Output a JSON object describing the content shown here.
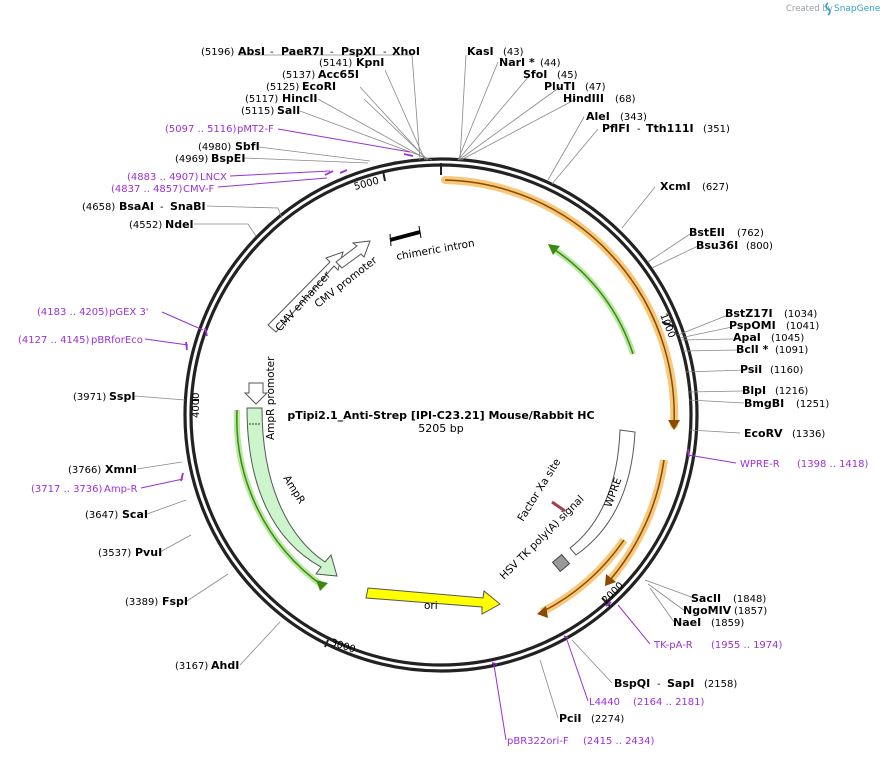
{
  "map": {
    "title": "pTipi2.1_Anti-Strep [IPI-C23.21] Mouse/Rabbit HC",
    "length_label": "5205 bp",
    "watermark": "Created by",
    "brand": "SnapGene"
  },
  "ticks": [
    {
      "label": "1000"
    },
    {
      "label": "2000"
    },
    {
      "label": "3000"
    },
    {
      "label": "4000"
    },
    {
      "label": "5000"
    }
  ],
  "sites": [
    {
      "pos": "(5196)",
      "name": "AbsI"
    },
    {
      "name": "PaeR7I"
    },
    {
      "name": "PspXI"
    },
    {
      "name": "XhoI"
    },
    {
      "pos": "(5141)",
      "name": "KpnI"
    },
    {
      "pos": "(5137)",
      "name": "Acc65I"
    },
    {
      "pos": "(5125)",
      "name": "EcoRI"
    },
    {
      "pos": "(5117)",
      "name": "HincII"
    },
    {
      "pos": "(5115)",
      "name": "SalI"
    },
    {
      "pos": "(4980)",
      "name": "SbfI"
    },
    {
      "pos": "(4969)",
      "name": "BspEI"
    },
    {
      "pos": "(4658)",
      "name": "BsaAI"
    },
    {
      "name": "SnaBI"
    },
    {
      "pos": "(4552)",
      "name": "NdeI"
    },
    {
      "pos": "(3971)",
      "name": "SspI"
    },
    {
      "pos": "(3766)",
      "name": "XmnI"
    },
    {
      "pos": "(3647)",
      "name": "ScaI"
    },
    {
      "pos": "(3537)",
      "name": "PvuI"
    },
    {
      "pos": "(3389)",
      "name": "FspI"
    },
    {
      "pos": "(3167)",
      "name": "AhdI"
    },
    {
      "name": "KasI",
      "pos": "(43)"
    },
    {
      "name": "NarI *",
      "pos": "(44)"
    },
    {
      "name": "SfoI",
      "pos": "(45)"
    },
    {
      "name": "PluTI",
      "pos": "(47)"
    },
    {
      "name": "HindIII",
      "pos": "(68)"
    },
    {
      "name": "AleI",
      "pos": "(343)"
    },
    {
      "name": "PflFI"
    },
    {
      "name": "Tth111I",
      "pos": "(351)"
    },
    {
      "name": "XcmI",
      "pos": "(627)"
    },
    {
      "name": "BstEII",
      "pos": "(762)"
    },
    {
      "name": "Bsu36I",
      "pos": "(800)"
    },
    {
      "name": "BstZ17I",
      "pos": "(1034)"
    },
    {
      "name": "PspOMI",
      "pos": "(1041)"
    },
    {
      "name": "ApaI",
      "pos": "(1045)"
    },
    {
      "name": "BclI *",
      "pos": "(1091)"
    },
    {
      "name": "PsiI",
      "pos": "(1160)"
    },
    {
      "name": "BlpI",
      "pos": "(1216)"
    },
    {
      "name": "BmgBI",
      "pos": "(1251)"
    },
    {
      "name": "EcoRV",
      "pos": "(1336)"
    },
    {
      "name": "SacII",
      "pos": "(1848)"
    },
    {
      "name": "NgoMIV",
      "pos": "(1857)"
    },
    {
      "name": "NaeI",
      "pos": "(1859)"
    },
    {
      "name": "BspQI",
      "pos": "(2158)"
    },
    {
      "name": "SapI"
    },
    {
      "name": "PciI",
      "pos": "(2274)"
    }
  ],
  "primers": [
    {
      "range": "(5097 .. 5116)",
      "name": "pMT2-F"
    },
    {
      "range": "(4883 .. 4907)",
      "name": "LNCX"
    },
    {
      "range": "(4837 .. 4857)",
      "name": "CMV-F"
    },
    {
      "range": "(4183 .. 4205)",
      "name": "pGEX 3'"
    },
    {
      "range": "(4127 .. 4145)",
      "name": "pBRforEco"
    },
    {
      "range": "(3717 .. 3736)",
      "name": "Amp-R"
    },
    {
      "name": "WPRE-R",
      "range": "(1398 .. 1418)"
    },
    {
      "name": "TK-pA-R",
      "range": "(1955 .. 1974)"
    },
    {
      "name": "L4440",
      "range": "(2164 .. 2181)"
    },
    {
      "name": "pBR322ori-F",
      "range": "(2415 .. 2434)"
    }
  ],
  "features": [
    {
      "name": "chimeric intron"
    },
    {
      "name": "CMV enhancer"
    },
    {
      "name": "CMV promoter"
    },
    {
      "name": "AmpR promoter"
    },
    {
      "name": "AmpR"
    },
    {
      "name": "ori"
    },
    {
      "name": "WPRE"
    },
    {
      "name": "Factor Xa site"
    },
    {
      "name": "HSV TK poly(A) signal"
    }
  ],
  "colors": {
    "primer": "#9b30d6",
    "orange_feature": "#f0a030",
    "green_feature": "#3a8a10",
    "ampr_fill": "#ccf5cc",
    "ori_fill": "#ffff00",
    "brand": "#2aa3c9"
  }
}
